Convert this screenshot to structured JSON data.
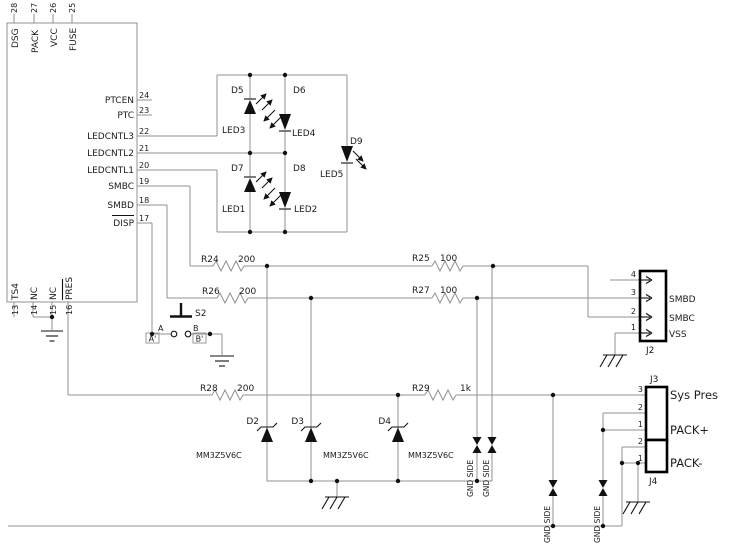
{
  "chip": {
    "top_pins": [
      {
        "num": "28",
        "name": "DSG"
      },
      {
        "num": "27",
        "name": "PACK"
      },
      {
        "num": "26",
        "name": "VCC"
      },
      {
        "num": "25",
        "name": "FUSE"
      }
    ],
    "right_pins": [
      {
        "num": "24",
        "name": "PTCEN"
      },
      {
        "num": "23",
        "name": "PTC"
      },
      {
        "num": "22",
        "name": "LEDCNTL3"
      },
      {
        "num": "21",
        "name": "LEDCNTL2"
      },
      {
        "num": "20",
        "name": "LEDCNTL1"
      },
      {
        "num": "19",
        "name": "SMBC"
      },
      {
        "num": "18",
        "name": "SMBD"
      },
      {
        "num": "17",
        "name": "DISP"
      }
    ],
    "bottom_pins": [
      {
        "num": "13",
        "name": "TS4"
      },
      {
        "num": "14",
        "name": "NC"
      },
      {
        "num": "15",
        "name": "NC"
      },
      {
        "num": "16",
        "name": "PRES"
      }
    ]
  },
  "leds": [
    {
      "ref": "D5",
      "name": "LED3"
    },
    {
      "ref": "D6",
      "name": "LED4"
    },
    {
      "ref": "D7",
      "name": "LED1"
    },
    {
      "ref": "D8",
      "name": "LED2"
    },
    {
      "ref": "D9",
      "name": "LED5"
    }
  ],
  "resistors": [
    {
      "ref": "R24",
      "value": "200"
    },
    {
      "ref": "R25",
      "value": "100"
    },
    {
      "ref": "R26",
      "value": "200"
    },
    {
      "ref": "R27",
      "value": "100"
    },
    {
      "ref": "R28",
      "value": "200"
    },
    {
      "ref": "R29",
      "value": "1k"
    }
  ],
  "zeners": [
    {
      "ref": "D2",
      "part": "MM3Z5V6C"
    },
    {
      "ref": "D3",
      "part": "MM3Z5V6C"
    },
    {
      "ref": "D4",
      "part": "MM3Z5V6C"
    }
  ],
  "switch": {
    "ref": "S2",
    "a": "A",
    "a_p": "A'",
    "b": "B",
    "b_p": "B'"
  },
  "j2": {
    "ref": "J2",
    "pin_nums": [
      "4",
      "3",
      "2",
      "1"
    ],
    "labels": [
      "SMBD",
      "SMBC",
      "VSS"
    ]
  },
  "j3": {
    "ref": "J3",
    "pin_nums": [
      "3",
      "2",
      "1"
    ],
    "sys_pres": "Sys Pres",
    "pack_plus": "PACK+"
  },
  "j4": {
    "ref": "J4",
    "pin_nums": [
      "2",
      "1"
    ],
    "pack_minus": "PACK-"
  },
  "net_flags": {
    "gnd_side": "GND SIDE"
  },
  "colors": {
    "wire": "#909090",
    "component": "#111111",
    "background": "#ffffff"
  }
}
